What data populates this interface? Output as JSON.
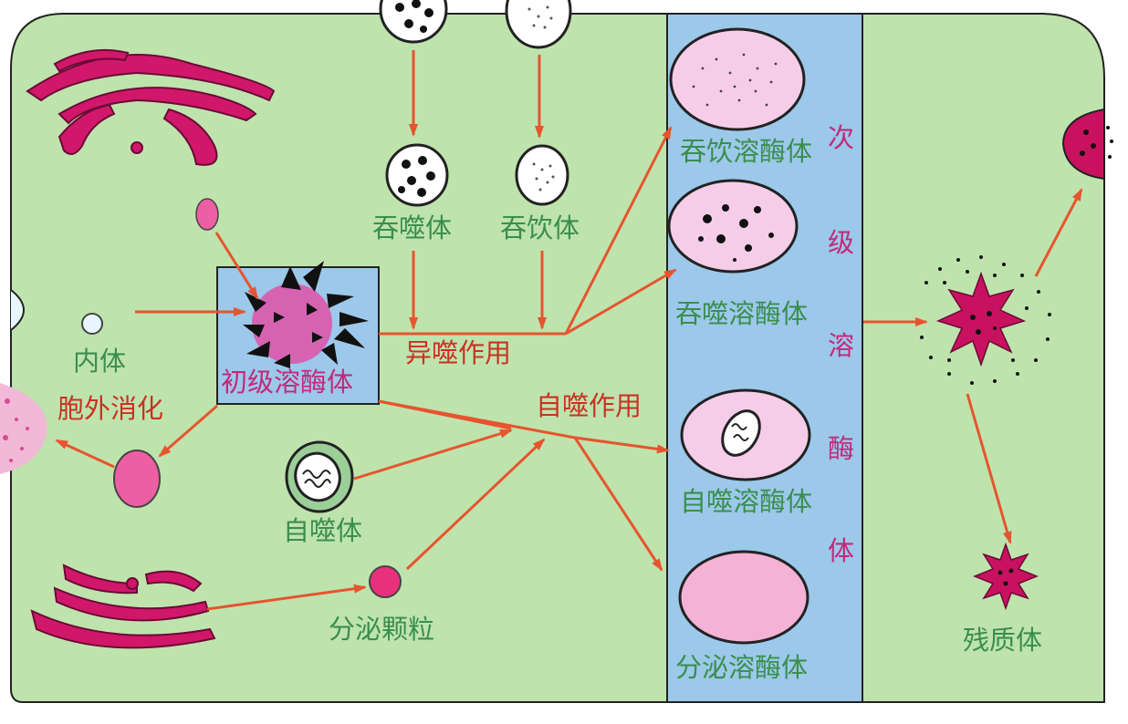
{
  "colors": {
    "cell_fill": "#bfe3ad",
    "band_fill": "#9cc8ea",
    "arrow": "#e5552f",
    "label_green": "#3a8e4e",
    "label_red": "#c83224",
    "label_magenta": "#c4287a",
    "golgi": "#d1176a"
  },
  "labels": {
    "phagosome": "吞噬体",
    "pinosome": "吞饮体",
    "endosome": "内体",
    "primary_lysosome": "初级溶酶体",
    "exocytic_digestion": "胞外消化",
    "heterophagy": "异噬作用",
    "autophagy": "自噬作用",
    "autophagosome": "自噬体",
    "secretory_granule": "分泌颗粒",
    "pinocytic_lysosome": "吞饮溶酶体",
    "phagolysosome": "吞噬溶酶体",
    "autophagolysosome": "自噬溶酶体",
    "secretory_lysosome": "分泌溶酶体",
    "secondary_lysosome_chars": [
      "次",
      "级",
      "溶",
      "酶",
      "体"
    ],
    "residual_body": "残质体"
  }
}
